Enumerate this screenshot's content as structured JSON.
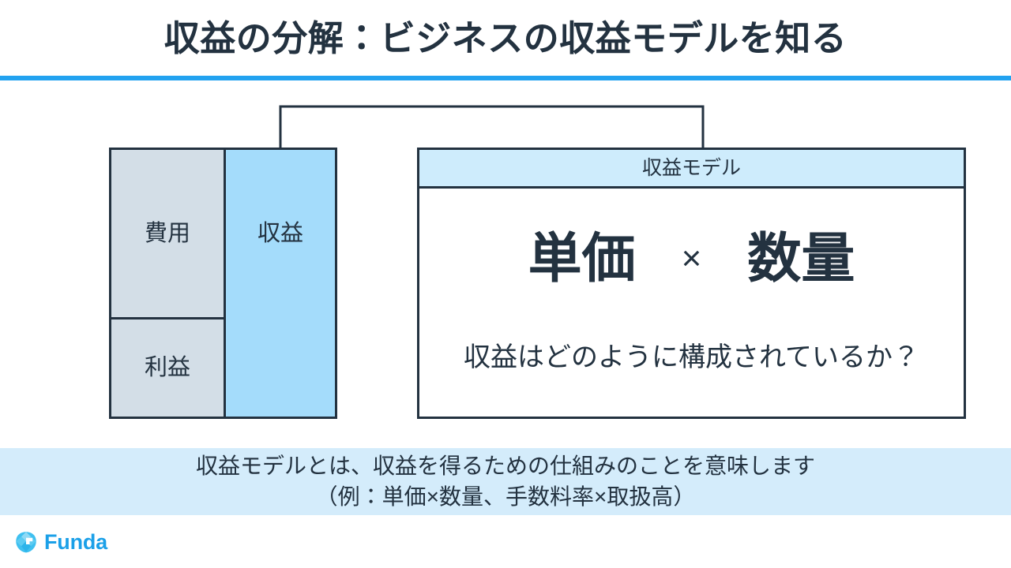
{
  "slide": {
    "title": "収益の分解：ビジネスの収益モデルを知る",
    "accent_color": "#22A2F0",
    "text_color": "#233240"
  },
  "left_diagram": {
    "cost_label": "費用",
    "profit_label": "利益",
    "revenue_label": "収益",
    "cost_fill": "#D3DEE7",
    "profit_fill": "#D3DEE7",
    "revenue_fill": "#A4DCFB",
    "border_color": "#233240"
  },
  "model_panel": {
    "header": "収益モデル",
    "header_fill": "#CEECFC",
    "formula": {
      "left_term": "単価",
      "operator": "×",
      "right_term": "数量"
    },
    "question": "収益はどのように構成されているか？"
  },
  "banner": {
    "line1": "収益モデルとは、収益を得るための仕組みのことを意味します",
    "line2": "（例：単価×数量、手数料率×取扱高）",
    "fill": "#D4ECFB"
  },
  "footer": {
    "brand": "Funda",
    "brand_color": "#1BA0E8",
    "logo_icon": "diamond-gem-icon"
  }
}
